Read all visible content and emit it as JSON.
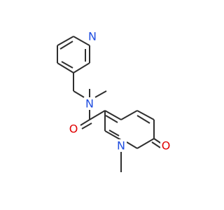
{
  "molecule": {
    "atoms": {
      "pyridine_n": {
        "label": "N",
        "color": "#1f4de0"
      },
      "amide_n": {
        "label": "N",
        "color": "#1f4de0"
      },
      "carbonyl_o": {
        "label": "O",
        "color": "#e00000"
      },
      "ring_n": {
        "label": "N",
        "color": "#1f4de0"
      },
      "oxo_o": {
        "label": "O",
        "color": "#e00000"
      }
    },
    "colors": {
      "bond": "#2f2f2f",
      "background": "#ffffff"
    }
  }
}
